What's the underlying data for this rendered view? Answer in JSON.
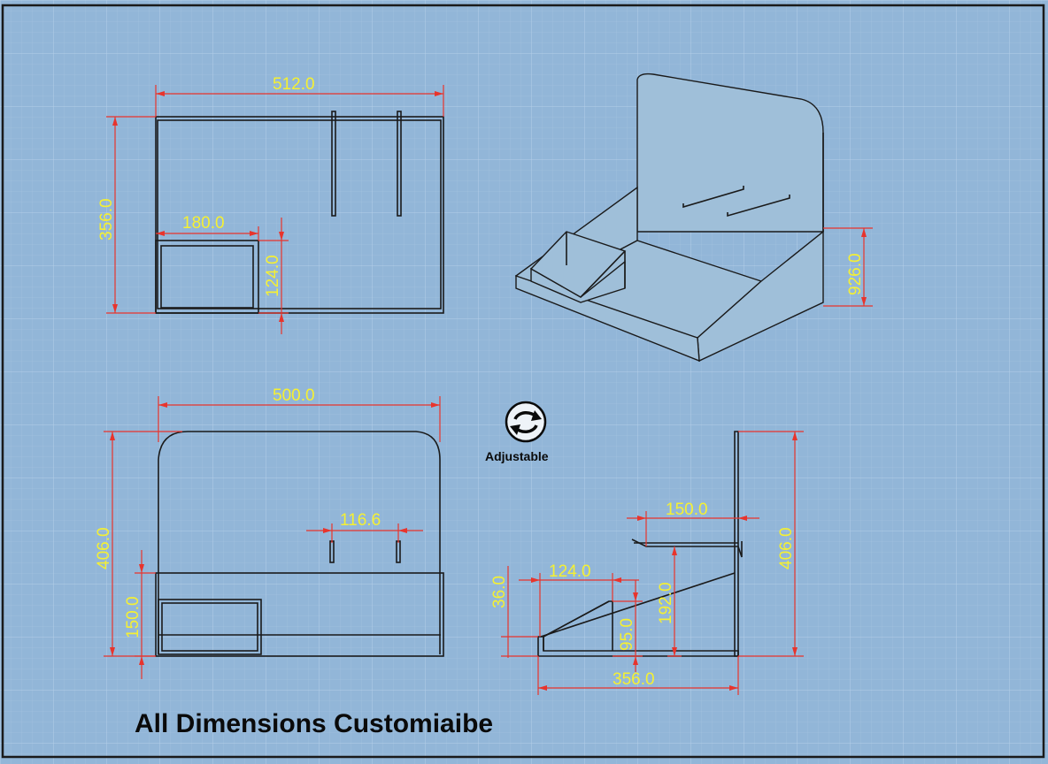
{
  "dimensions": {
    "top_width": "512.0",
    "top_depth": "356.0",
    "top_pocket_width": "180.0",
    "top_pocket_depth": "124.0",
    "iso_height": "926.0",
    "front_width": "500.0",
    "front_height": "406.0",
    "front_hook_spacing": "116.6",
    "front_base_height": "150.0",
    "side_hook_length": "150.0",
    "side_pocket_length": "124.0",
    "side_lip_height": "36.0",
    "side_pocket_height": "95.0",
    "side_hook_height": "192.0",
    "side_back_height": "406.0",
    "side_depth": "356.0"
  },
  "adjustable_label": "Adjustable",
  "caption": "All Dimensions Customiaibe",
  "icons": {
    "adjustable": "refresh-cycle-icon"
  },
  "colors": {
    "background": "#92b6d8",
    "grid": "#a8c5e1",
    "dimension_line": "#e8342c",
    "dimension_text": "#f5f032",
    "outline": "#1a1a1a"
  }
}
